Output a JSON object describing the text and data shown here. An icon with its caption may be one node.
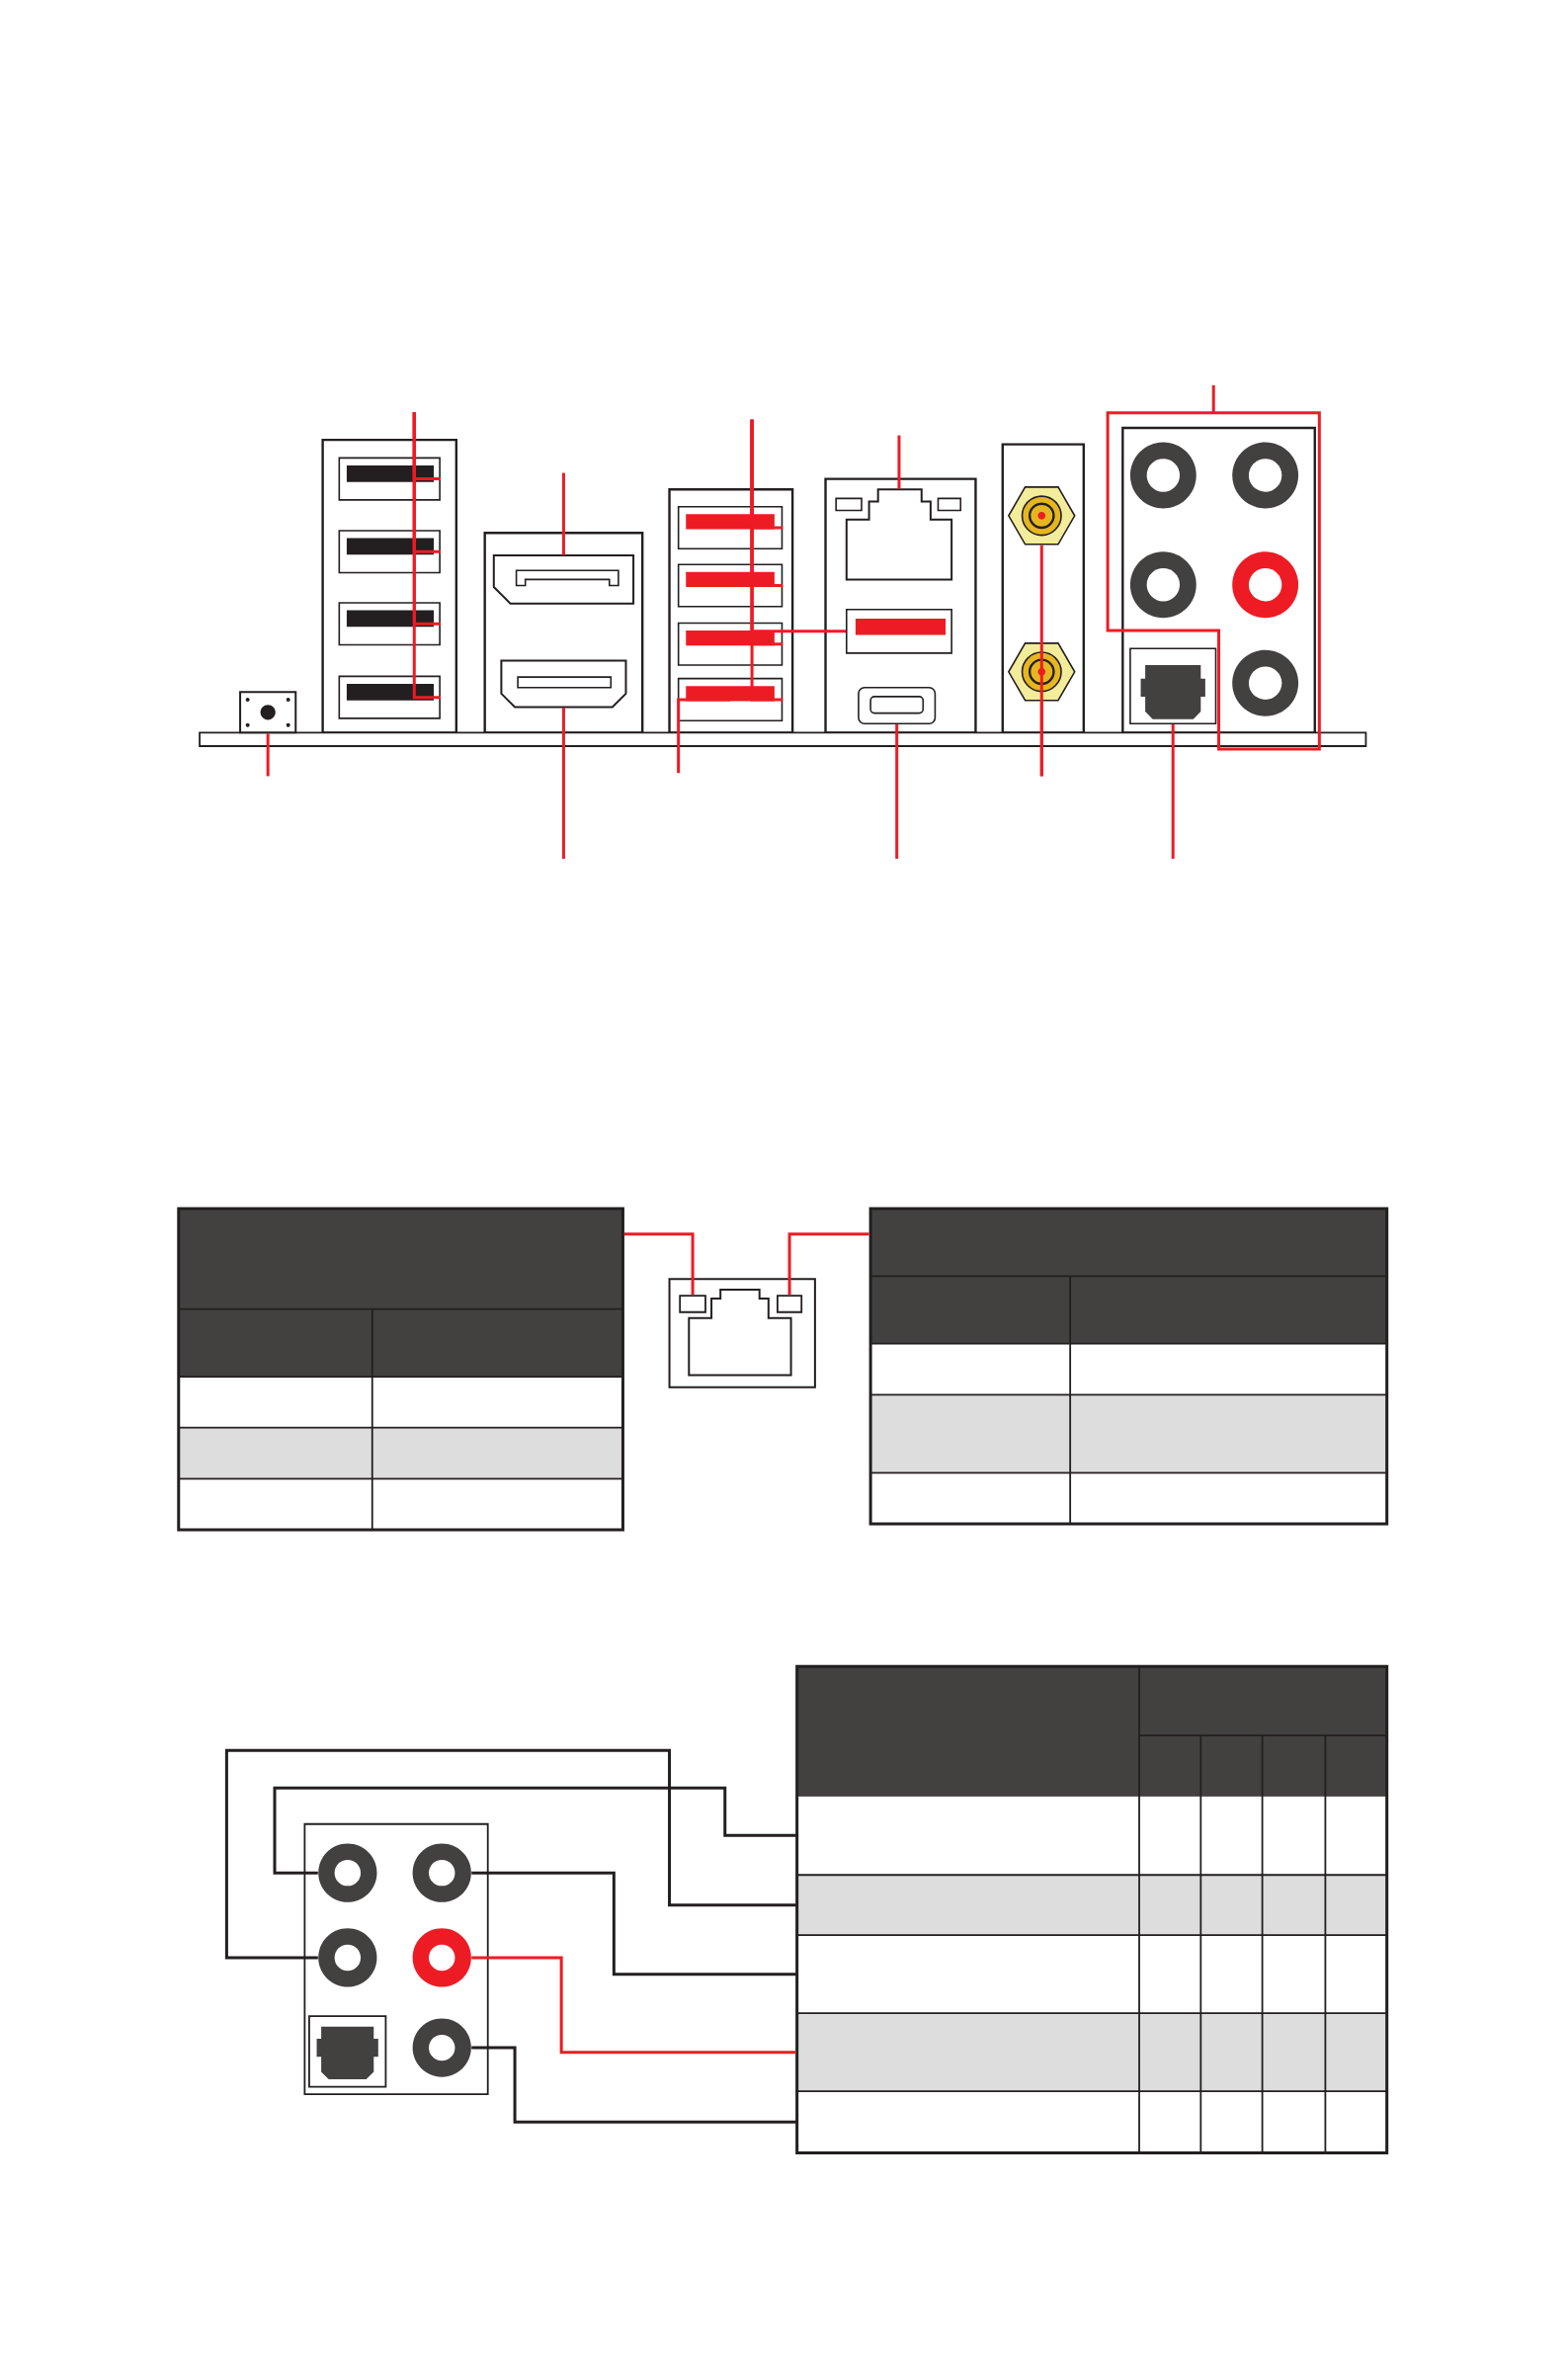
{
  "diagram": {
    "nodes": [
      {
        "text": [],
        "shape": "box"
      },
      {
        "text": [],
        "shape": "box"
      },
      {
        "text": [],
        "shape": "box"
      },
      {
        "text": [],
        "shape": "box"
      },
      {
        "text": [],
        "shape": "box"
      },
      {
        "text": [],
        "shape": "box"
      },
      {
        "text": [],
        "shape": "box"
      },
      {
        "text": [],
        "shape": "box"
      },
      {
        "text": [],
        "shape": "box"
      },
      {
        "text": [],
        "shape": "box"
      },
      {
        "text": [],
        "shape": "box"
      },
      {
        "text": [],
        "shape": "box"
      },
      {
        "text": [],
        "shape": "box"
      },
      {
        "text": [],
        "shape": "box"
      },
      {
        "text": [],
        "shape": "hexagon"
      },
      {
        "text": [],
        "shape": "hexagon"
      },
      {
        "text": [],
        "shape": "box"
      },
      {
        "text": [],
        "shape": "box"
      },
      {
        "text": [],
        "shape": "circle",
        "in": 17
      },
      {
        "text": [],
        "shape": "circle",
        "in": 17
      },
      {
        "text": [],
        "shape": "circle",
        "in": 17
      },
      {
        "text": [],
        "shape": "circle",
        "in": 17
      },
      {
        "text": [],
        "shape": "circle",
        "in": 17
      },
      {
        "text": [],
        "shape": "table"
      },
      {
        "text": [],
        "shape": "box"
      },
      {
        "text": [],
        "shape": "box",
        "in": 24
      },
      {
        "text": [],
        "shape": "box",
        "in": 24
      },
      {
        "text": [],
        "shape": "table"
      },
      {
        "text": [],
        "shape": "box"
      },
      {
        "text": [],
        "shape": "circle",
        "in": 28
      },
      {
        "text": [],
        "shape": "circle",
        "in": 28
      },
      {
        "text": [],
        "shape": "circle",
        "in": 28
      },
      {
        "text": [],
        "shape": "circle",
        "in": 28
      },
      {
        "text": [],
        "shape": "box",
        "in": 28
      },
      {
        "text": [],
        "shape": "circle",
        "in": 28
      },
      {
        "text": [],
        "shape": "table"
      },
      {
        "text": [],
        "shape": "box",
        "in": 35
      },
      {
        "text": [],
        "shape": "box",
        "in": 35
      },
      {
        "text": [],
        "shape": "box",
        "in": 35
      },
      {
        "text": [],
        "shape": "box",
        "in": 35
      },
      {
        "text": [],
        "shape": "box",
        "in": 35
      }
    ],
    "edges": [
      {
        "from": null,
        "to": 0,
        "arrow": "none"
      },
      {
        "from": null,
        "to": 1,
        "arrow": "none"
      },
      {
        "from": null,
        "to": 2,
        "arrow": "none"
      },
      {
        "from": null,
        "to": 3,
        "arrow": "none"
      },
      {
        "from": null,
        "to": 4,
        "arrow": "none"
      },
      {
        "from": null,
        "to": 5,
        "arrow": "none"
      },
      {
        "from": null,
        "to": 6,
        "arrow": "none"
      },
      {
        "from": null,
        "to": 7,
        "arrow": "none"
      },
      {
        "from": null,
        "to": 8,
        "arrow": "none"
      },
      {
        "from": null,
        "to": 9,
        "arrow": "none"
      },
      {
        "from": null,
        "to": 10,
        "arrow": "none"
      },
      {
        "from": null,
        "to": 12,
        "arrow": "none"
      },
      {
        "from": null,
        "to": 10,
        "arrow": "none"
      },
      {
        "from": null,
        "to": 11,
        "arrow": "none"
      },
      {
        "from": null,
        "to": 13,
        "arrow": "none"
      },
      {
        "from": null,
        "to": 14,
        "arrow": "none"
      },
      {
        "from": null,
        "to": 15,
        "arrow": "none"
      },
      {
        "from": null,
        "to": 16,
        "arrow": "none"
      },
      {
        "from": null,
        "to": 17,
        "arrow": "none"
      },
      {
        "from": 23,
        "to": 25,
        "arrow": "none"
      },
      {
        "from": 27,
        "to": 26,
        "arrow": "none"
      },
      {
        "from": 29,
        "to": 36,
        "arrow": "none",
        "color": "#231f20"
      },
      {
        "from": 31,
        "to": 37,
        "arrow": "none",
        "color": "#231f20"
      },
      {
        "from": 30,
        "to": 38,
        "arrow": "none",
        "color": "#231f20"
      },
      {
        "from": 32,
        "to": 39,
        "arrow": "none"
      },
      {
        "from": 34,
        "to": 40,
        "arrow": "none",
        "color": "#231f20"
      }
    ]
  }
}
